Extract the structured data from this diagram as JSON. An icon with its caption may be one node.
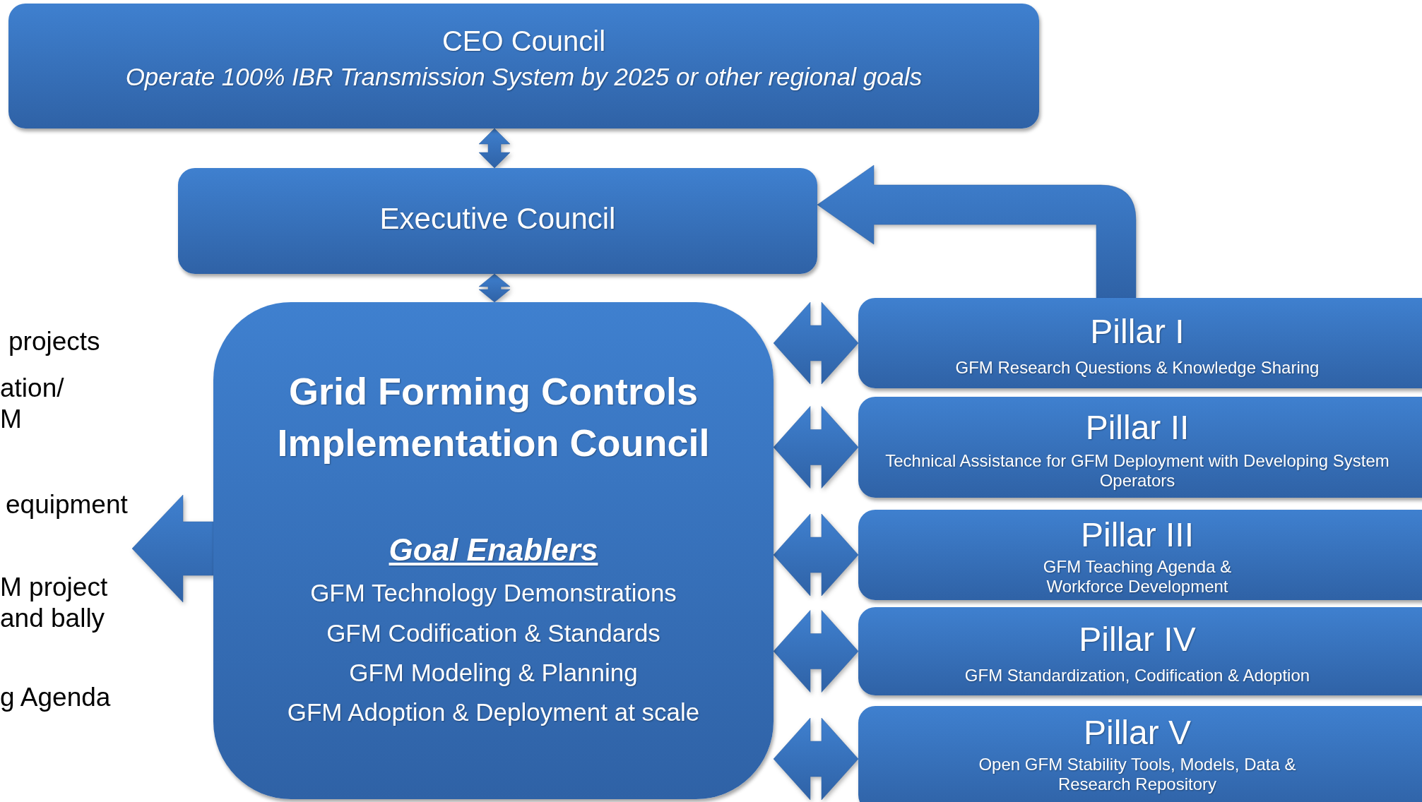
{
  "diagram": {
    "nodes": [
      {
        "text": [
          "CEO Council",
          "Operate 100% IBR Transmission System by 2025 or other regional goals"
        ]
      },
      {
        "text": [
          "Executive Council"
        ]
      },
      {
        "text": [
          "Grid Forming Controls Implementation Council",
          "Goal Enablers",
          "GFM Technology Demonstrations",
          "GFM Codification & Standards",
          "GFM Modeling & Planning",
          "GFM Adoption & Deployment at scale"
        ]
      },
      {
        "text": [
          "Pillar I",
          "GFM Research Questions & Knowledge Sharing"
        ]
      },
      {
        "text": [
          "Pillar II",
          "Technical Assistance for GFM Deployment with Developing System Operators"
        ]
      },
      {
        "text": [
          "Pillar III",
          "GFM Teaching Agenda & Workforce Development"
        ]
      },
      {
        "text": [
          "Pillar IV",
          "GFM Standardization, Codification & Adoption"
        ]
      },
      {
        "text": [
          "Pillar V",
          "Open GFM Stability Tools, Models, Data & Research Repository"
        ]
      }
    ],
    "edges": [
      {
        "from": 0,
        "to": 1,
        "arrow": "both"
      },
      {
        "from": 1,
        "to": 2,
        "arrow": "both"
      },
      {
        "from": 2,
        "to": 3,
        "arrow": "both"
      },
      {
        "from": 2,
        "to": 4,
        "arrow": "both"
      },
      {
        "from": 2,
        "to": 5,
        "arrow": "both"
      },
      {
        "from": 2,
        "to": 6,
        "arrow": "both"
      },
      {
        "from": 2,
        "to": 7,
        "arrow": "both"
      },
      {
        "from": 3,
        "to": 1,
        "arrow": "to"
      },
      {
        "from": 2,
        "to": null,
        "arrow": "to"
      }
    ],
    "labels": [
      "projects",
      "ation/ M",
      "equipment",
      "M project and bally",
      "g Agenda"
    ]
  }
}
